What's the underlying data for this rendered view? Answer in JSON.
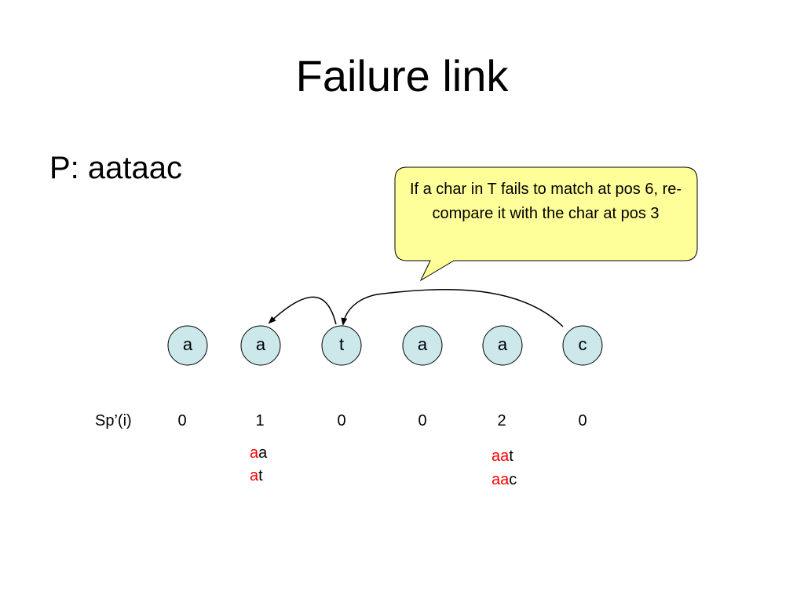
{
  "title": "Failure link",
  "pattern": "P: aataac",
  "callout": {
    "text": "If a char in T fails to match at pos 6, re-compare it with the char at pos 3",
    "fill": "#ffff99",
    "stroke": "#000000"
  },
  "nodes": {
    "labels": [
      "a",
      "a",
      "t",
      "a",
      "a",
      "c"
    ],
    "fill": "#cce8eb",
    "stroke": "#000000"
  },
  "failure_links": [
    {
      "from": "node 3 (t)",
      "to": "node 2 (a)"
    },
    {
      "from": "node 6 (c)",
      "to": "node 3 (t)"
    }
  ],
  "sp": {
    "label": "Sp’(i)",
    "values": [
      "0",
      "1",
      "0",
      "0",
      "2",
      "0"
    ]
  },
  "examples": {
    "pos2": [
      {
        "prefix": "a",
        "rest": "a"
      },
      {
        "prefix": "a",
        "rest": "t"
      }
    ],
    "pos5": [
      {
        "prefix": "aa",
        "rest": "t"
      },
      {
        "prefix": "aa",
        "rest": "c"
      }
    ],
    "prefix_color": "#ff0000"
  }
}
